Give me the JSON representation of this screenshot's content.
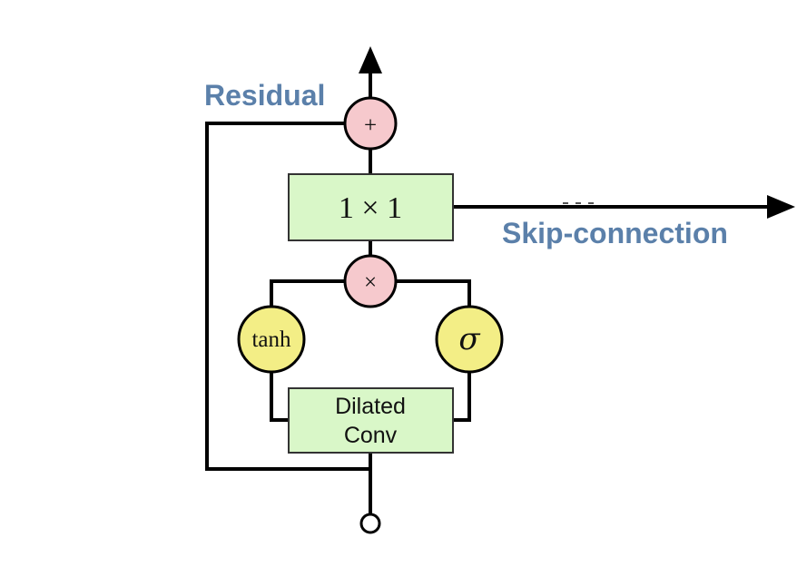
{
  "labels": {
    "residual": "Residual",
    "skip_connection": "Skip-connection"
  },
  "operations": {
    "add": "+",
    "multiply": "×",
    "one_by_one": "1 × 1",
    "tanh": "tanh",
    "sigma": "σ",
    "dilated_conv_line1": "Dilated",
    "dilated_conv_line2": "Conv"
  },
  "colors": {
    "line": "#000000",
    "box_fill": "#d9f7c8",
    "box_stroke": "#333333",
    "pink_fill": "#f6c9cd",
    "yellow_fill": "#f3ee86",
    "label_blue": "#5b80aa"
  }
}
